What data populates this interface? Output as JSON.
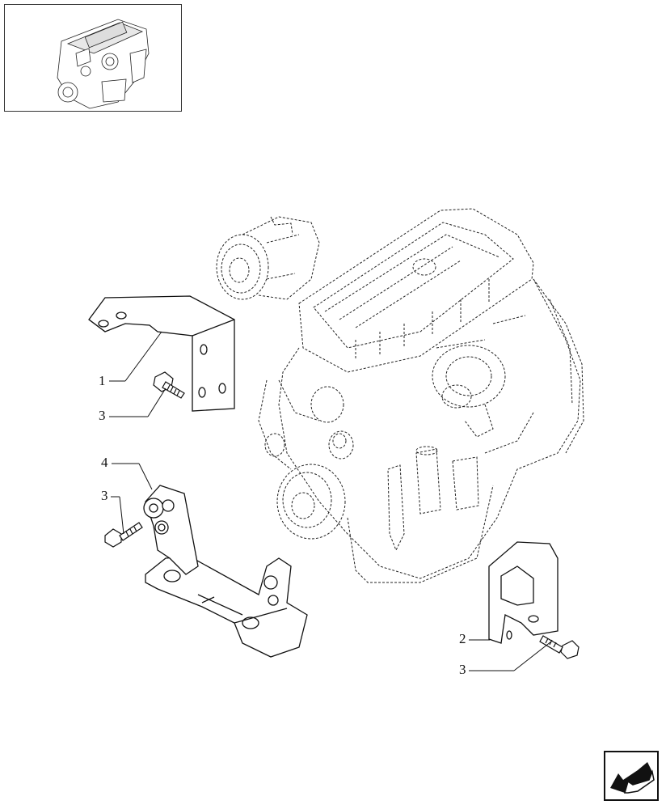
{
  "callouts": [
    {
      "id": "c1",
      "label": "1"
    },
    {
      "id": "c3a",
      "label": "3"
    },
    {
      "id": "c4",
      "label": "4"
    },
    {
      "id": "c3b",
      "label": "3"
    },
    {
      "id": "c2",
      "label": "2"
    },
    {
      "id": "c3c",
      "label": "3"
    }
  ],
  "icons": {
    "thumbnail": "engine-thumbnail-icon",
    "next_page": "next-page-arrow-icon"
  }
}
